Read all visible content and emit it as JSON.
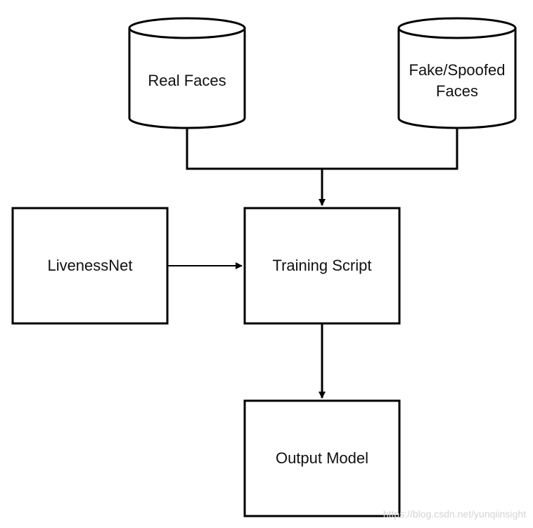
{
  "nodes": {
    "real_faces": {
      "label": "Real Faces"
    },
    "fake_faces": {
      "label": "Fake/Spoofed\nFaces"
    },
    "livenessnet": {
      "label": "LivenessNet"
    },
    "training_script": {
      "label": "Training Script"
    },
    "output_model": {
      "label": "Output Model"
    }
  },
  "watermark": "https://blog.csdn.net/yunqiinsight",
  "colors": {
    "stroke": "#000000",
    "text": "#111111",
    "background": "#ffffff",
    "watermark": "#d4d4d4"
  }
}
